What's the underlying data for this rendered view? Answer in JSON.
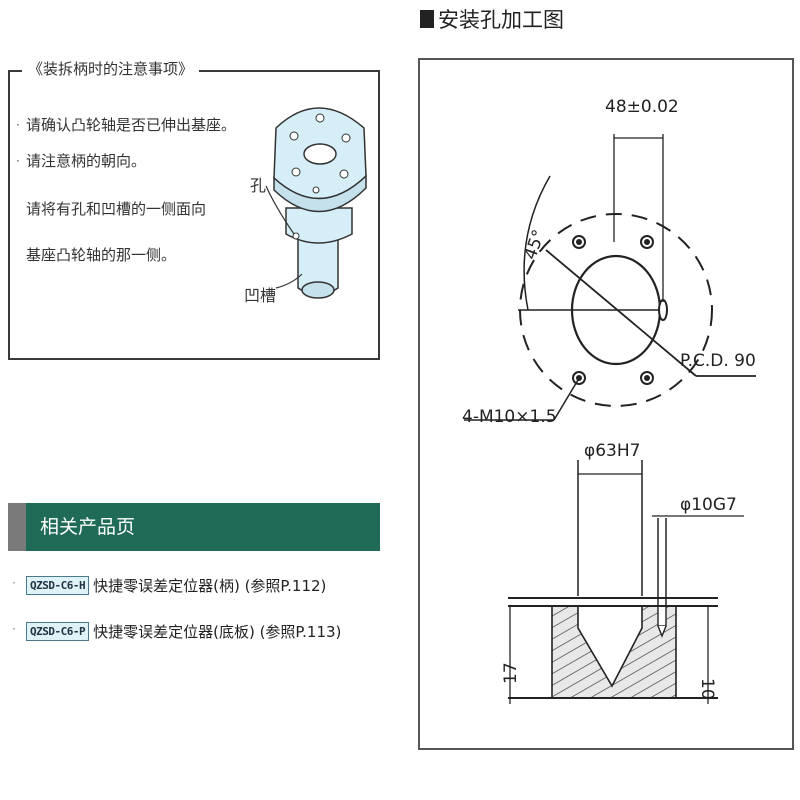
{
  "notes": {
    "title": "《装拆柄时的注意事项》",
    "lines": [
      "请确认凸轮轴是否已伸出基座。",
      "请注意柄的朝向。",
      "请将有孔和凹槽的一侧面向",
      "基座凸轮轴的那一侧。"
    ],
    "label_hole": "孔",
    "label_groove": "凹槽"
  },
  "related": {
    "title": "相关产品页",
    "products": [
      {
        "code": "QZSD-C6-H",
        "text": "快捷零误差定位器(柄) (参照P.112)"
      },
      {
        "code": "QZSD-C6-P",
        "text": "快捷零误差定位器(底板) (参照P.113)"
      }
    ]
  },
  "install": {
    "title": "安装孔加工图",
    "dim_top": "48±0.02",
    "dim_angle": "45°",
    "dim_pcd": "P.C.D. 90",
    "dim_thread": "4-M10×1.5",
    "dim_bore": "φ63H7",
    "dim_pin": "φ10G7",
    "dim_depth_left": "17",
    "dim_depth_right": "10"
  },
  "colors": {
    "accent_green": "#1f6b57",
    "code_bg": "#dff2f8",
    "part_blue": "#d6eef7"
  }
}
